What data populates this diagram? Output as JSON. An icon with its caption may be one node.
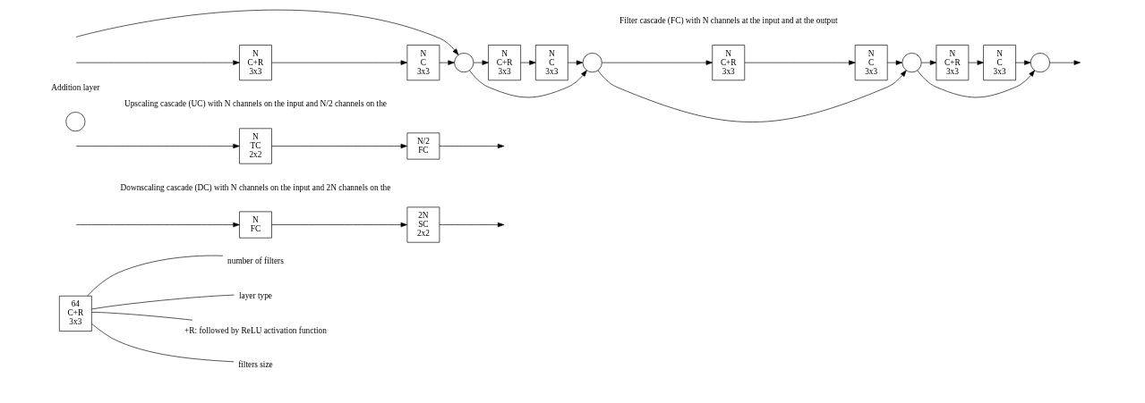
{
  "diagram": {
    "nodes": [
      {
        "text": [
          "64",
          "C+R",
          "3x3"
        ]
      },
      {
        "text": [
          "number of filters"
        ]
      },
      {
        "text": [
          "layer type"
        ]
      },
      {
        "text": [
          "+R: followed by ReLU activation function"
        ]
      },
      {
        "text": [
          "filters size"
        ]
      },
      {
        "text": [
          "N",
          "FC"
        ]
      },
      {
        "text": [
          "2N",
          "SC",
          "2x2"
        ]
      },
      {
        "text": [
          "N",
          "TC",
          "2x2"
        ]
      },
      {
        "text": [
          "N/2",
          "FC"
        ]
      },
      {
        "text": [],
        "shape": "circle",
        "beside": [
          "Addition layer"
        ]
      },
      {
        "text": [
          "N",
          "C+R",
          "3x3"
        ]
      },
      {
        "text": [
          "N",
          "C",
          "3x3"
        ]
      },
      {
        "text": [],
        "shape": "circle"
      },
      {
        "text": [
          "N",
          "C+R",
          "3x3"
        ]
      },
      {
        "text": [
          "N",
          "C",
          "3x3"
        ]
      },
      {
        "text": [],
        "shape": "circle"
      },
      {
        "text": [
          "N",
          "C+R",
          "3x3"
        ]
      },
      {
        "text": [
          "N",
          "C",
          "3x3"
        ]
      },
      {
        "text": [],
        "shape": "circle"
      },
      {
        "text": [
          "N",
          "C+R",
          "3x3"
        ]
      },
      {
        "text": [
          "N",
          "C",
          "3x3"
        ]
      },
      {
        "text": [],
        "shape": "circle"
      }
    ],
    "edges": [
      {
        "from": 1,
        "to": 0,
        "arrow": "none"
      },
      {
        "from": 2,
        "to": 0,
        "arrow": "none"
      },
      {
        "from": 3,
        "to": 0,
        "arrow": "none"
      },
      {
        "from": 4,
        "to": 0,
        "arrow": "none"
      },
      {
        "from": null,
        "to": 5,
        "arrow": "to"
      },
      {
        "from": 5,
        "to": 6,
        "arrow": "to"
      },
      {
        "from": 6,
        "to": null,
        "arrow": "to"
      },
      {
        "from": null,
        "to": 7,
        "arrow": "to"
      },
      {
        "from": 7,
        "to": 8,
        "arrow": "to"
      },
      {
        "from": 8,
        "to": null,
        "arrow": "to"
      },
      {
        "from": null,
        "to": 10,
        "arrow": "to"
      },
      {
        "from": null,
        "to": 12,
        "arrow": "to"
      },
      {
        "from": 10,
        "to": 11,
        "arrow": "to"
      },
      {
        "from": 11,
        "to": 12,
        "arrow": "to"
      },
      {
        "from": 12,
        "to": 13,
        "arrow": "to"
      },
      {
        "from": 12,
        "to": 15,
        "arrow": "to"
      },
      {
        "from": 13,
        "to": 14,
        "arrow": "to"
      },
      {
        "from": 14,
        "to": 15,
        "arrow": "to"
      },
      {
        "from": 15,
        "to": 16,
        "arrow": "to"
      },
      {
        "from": 15,
        "to": 18,
        "arrow": "to"
      },
      {
        "from": 16,
        "to": 17,
        "arrow": "to"
      },
      {
        "from": 17,
        "to": 18,
        "arrow": "to"
      },
      {
        "from": 18,
        "to": 19,
        "arrow": "to"
      },
      {
        "from": 18,
        "to": 21,
        "arrow": "to"
      },
      {
        "from": 19,
        "to": 20,
        "arrow": "to"
      },
      {
        "from": 20,
        "to": 21,
        "arrow": "to"
      },
      {
        "from": 21,
        "to": null,
        "arrow": "to"
      }
    ],
    "labels": [
      "Downscaling cascade (DC) with N channels on the input and 2N channels on the",
      "Upscaling cascade (UC) with N channels on the input and N/2 channels on the",
      "Filter cascade (FC) with N channels at the input and at the output"
    ]
  }
}
